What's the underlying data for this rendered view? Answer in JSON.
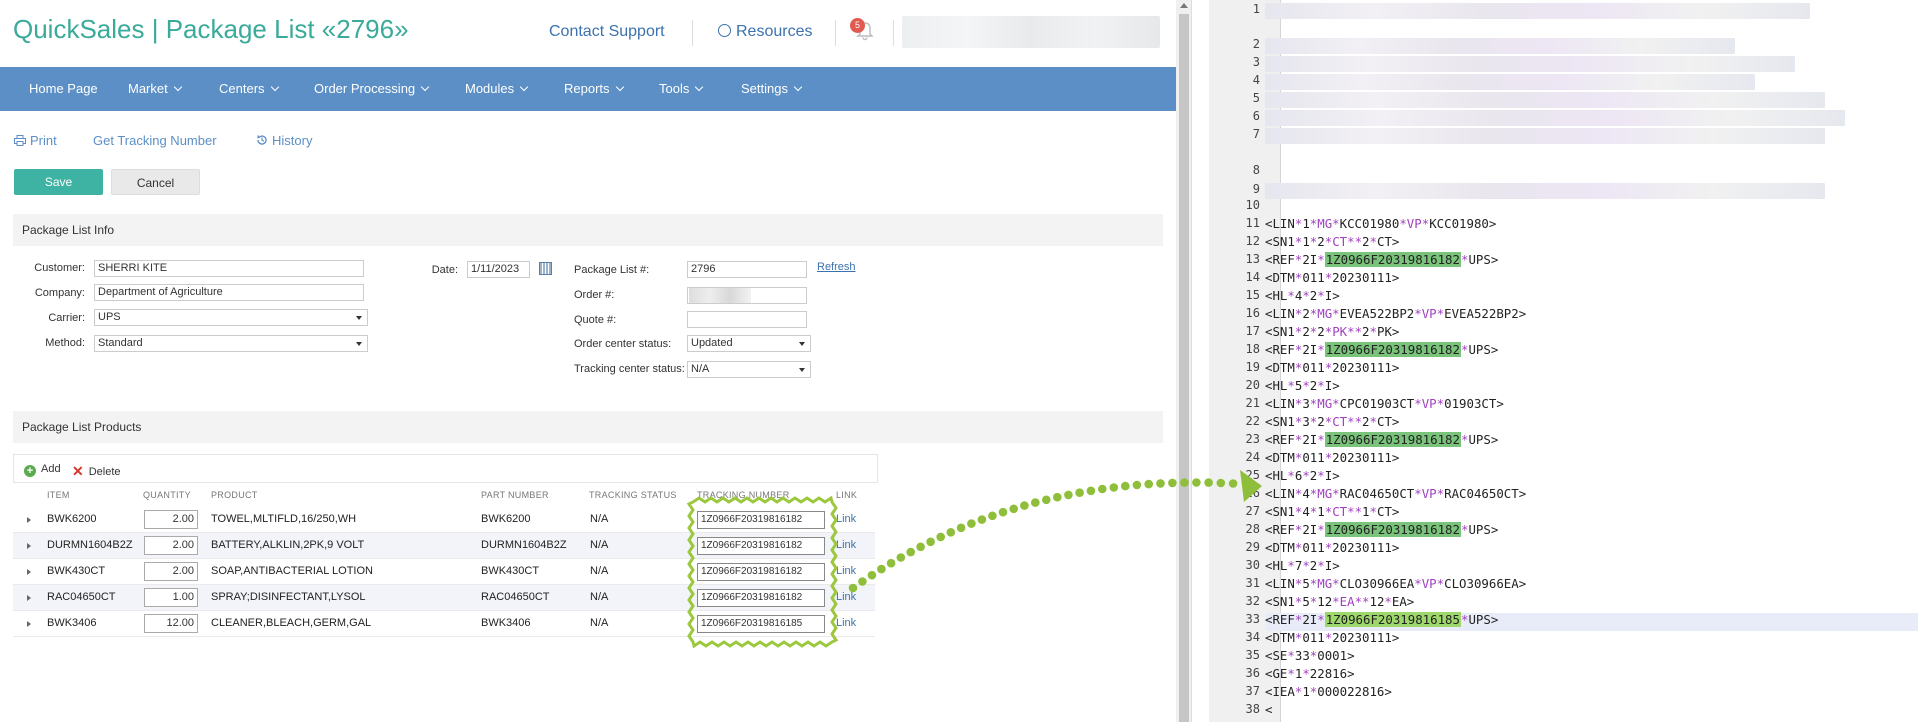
{
  "app": {
    "title": "QuickSales | Package List «2796»",
    "top_links": {
      "contact": "Contact Support",
      "resources": "Resources"
    },
    "notification_count": "5",
    "nav": [
      "Home Page",
      "Market",
      "Centers",
      "Order Processing",
      "Modules",
      "Reports",
      "Tools",
      "Settings"
    ],
    "actions": {
      "print": "Print",
      "tracking": "Get Tracking Number",
      "history": "History"
    },
    "buttons": {
      "save": "Save",
      "cancel": "Cancel"
    },
    "info_section": "Package List Info",
    "fields": {
      "customer_label": "Customer:",
      "customer": "SHERRI KITE",
      "company_label": "Company:",
      "company": "Department of Agriculture",
      "carrier_label": "Carrier:",
      "carrier": "UPS",
      "method_label": "Method:",
      "method": "Standard",
      "date_label": "Date:",
      "date": "1/11/2023",
      "pl_label": "Package List #:",
      "pl": "2796",
      "refresh": "Refresh",
      "order_label": "Order #:",
      "quote_label": "Quote #:",
      "ocs_label": "Order center status:",
      "ocs": "Updated",
      "tcs_label": "Tracking center status:",
      "tcs": "N/A"
    },
    "products_section": "Package List Products",
    "toolbar": {
      "add": "Add",
      "delete": "Delete"
    },
    "columns": [
      "ITEM",
      "QUANTITY",
      "PRODUCT",
      "PART NUMBER",
      "TRACKING STATUS",
      "TRACKING NUMBER",
      "LINK"
    ],
    "rows": [
      {
        "item": "BWK6200",
        "qty": "2.00",
        "product": "TOWEL,MLTIFLD,16/250,WH",
        "part": "BWK6200",
        "status": "N/A",
        "tracking": "1Z0966F20319816182",
        "link": "Link"
      },
      {
        "item": "DURMN1604B2Z",
        "qty": "2.00",
        "product": "BATTERY,ALKLIN,2PK,9 VOLT",
        "part": "DURMN1604B2Z",
        "status": "N/A",
        "tracking": "1Z0966F20319816182",
        "link": "Link"
      },
      {
        "item": "BWK430CT",
        "qty": "2.00",
        "product": "SOAP,ANTIBACTERIAL LOTION",
        "part": "BWK430CT",
        "status": "N/A",
        "tracking": "1Z0966F20319816182",
        "link": "Link"
      },
      {
        "item": "RAC04650CT",
        "qty": "1.00",
        "product": "SPRAY;DISINFECTANT,LYSOL",
        "part": "RAC04650CT",
        "status": "N/A",
        "tracking": "1Z0966F20319816182",
        "link": "Link"
      },
      {
        "item": "BWK3406",
        "qty": "12.00",
        "product": "CLEANER,BLEACH,GERM,GAL",
        "part": "BWK3406",
        "status": "N/A",
        "tracking": "1Z0966F20319816185",
        "link": "Link"
      }
    ]
  },
  "editor": {
    "line_numbers": [
      "1",
      "2",
      "3",
      "4",
      "5",
      "6",
      "7",
      "8",
      "9",
      "10",
      "11",
      "12",
      "13",
      "14",
      "15",
      "16",
      "17",
      "18",
      "19",
      "20",
      "21",
      "22",
      "23",
      "24",
      "25",
      "26",
      "27",
      "28",
      "29",
      "30",
      "31",
      "32",
      "33",
      "34",
      "35",
      "36",
      "37",
      "38"
    ],
    "lines": [
      {
        "n": "11",
        "text": "<LIN*1*MG*KCC01980*VP*KCC01980>"
      },
      {
        "n": "12",
        "text": "<SN1*1*2*CT**2*CT>"
      },
      {
        "n": "13",
        "text": "<REF*2I*1Z0966F20319816182*UPS>"
      },
      {
        "n": "14",
        "text": "<DTM*011*20230111>"
      },
      {
        "n": "15",
        "text": "<HL*4*2*I>"
      },
      {
        "n": "16",
        "text": "<LIN*2*MG*EVEA522BP2*VP*EVEA522BP2>"
      },
      {
        "n": "17",
        "text": "<SN1*2*2*PK**2*PK>"
      },
      {
        "n": "18",
        "text": "<REF*2I*1Z0966F20319816182*UPS>"
      },
      {
        "n": "19",
        "text": "<DTM*011*20230111>"
      },
      {
        "n": "20",
        "text": "<HL*5*2*I>"
      },
      {
        "n": "21",
        "text": "<LIN*3*MG*CPC01903CT*VP*01903CT>"
      },
      {
        "n": "22",
        "text": "<SN1*3*2*CT**2*CT>"
      },
      {
        "n": "23",
        "text": "<REF*2I*1Z0966F20319816182*UPS>"
      },
      {
        "n": "24",
        "text": "<DTM*011*20230111>"
      },
      {
        "n": "25",
        "text": "<HL*6*2*I>"
      },
      {
        "n": "26",
        "text": "<LIN*4*MG*RAC04650CT*VP*RAC04650CT>"
      },
      {
        "n": "27",
        "text": "<SN1*4*1*CT**1*CT>"
      },
      {
        "n": "28",
        "text": "<REF*2I*1Z0966F20319816182*UPS>"
      },
      {
        "n": "29",
        "text": "<DTM*011*20230111>"
      },
      {
        "n": "30",
        "text": "<HL*7*2*I>"
      },
      {
        "n": "31",
        "text": "<LIN*5*MG*CLO30966EA*VP*CLO30966EA>"
      },
      {
        "n": "32",
        "text": "<SN1*5*12*EA**12*EA>"
      },
      {
        "n": "33",
        "text": "<REF*2I*1Z0966F20319816185*UPS>"
      },
      {
        "n": "34",
        "text": "<DTM*011*20230111>"
      },
      {
        "n": "35",
        "text": "<SE*33*0001>"
      },
      {
        "n": "36",
        "text": "<GE*1*22816>"
      },
      {
        "n": "37",
        "text": "<IEA*1*000022816>"
      },
      {
        "n": "38",
        "text": "<"
      }
    ]
  },
  "colors": {
    "brand": "#3aaa9a",
    "nav": "#5b8fc6",
    "highlight": "#79c37b",
    "arrow": "#8fbf3a"
  }
}
